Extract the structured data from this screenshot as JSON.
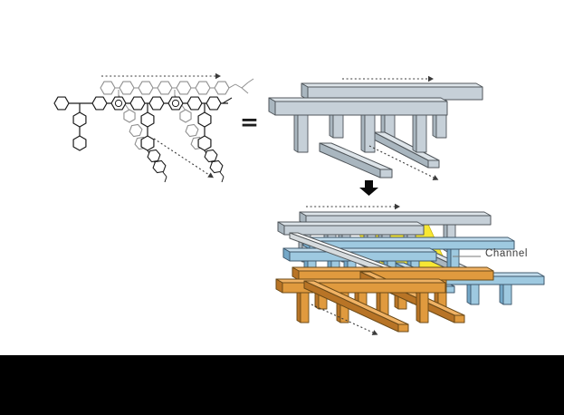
{
  "texts": {
    "equals": "=",
    "channel": "Channel"
  },
  "icons": {
    "chain_direction_arrow": "dashed-right-arrow",
    "stacking_direction_arrow": "dashed-diagonal-arrow",
    "transform_arrow": "solid-down-arrow"
  },
  "colors": {
    "background": "#ffffff",
    "bottom_bar": "#000000",
    "ink": "#1c1c1c",
    "ink_light": "#8f8f8f",
    "arrow": "#3a3a3a",
    "label_text": "#3a3a3a",
    "pointer_line": "#7a7a7a",
    "gray_top": "#dde4e9",
    "gray_front": "#c6d0d8",
    "gray_side": "#a9b6bf",
    "gray_outline": "#50565b",
    "blue_top": "#c2dcec",
    "blue_front": "#9ec9e0",
    "blue_side": "#74a8c8",
    "blue_outline": "#3f586c",
    "orange_top": "#f0b264",
    "orange_front": "#e09a3e",
    "orange_side": "#b87426",
    "orange_outline": "#6b4a18",
    "white_top": "#fbfcfd",
    "white_front": "#eef1f3",
    "white_side": "#d6dbde",
    "white_outline": "#565b5e",
    "channel_yellow": "#f7e733",
    "channel_yellow_outline": "#c9b40f"
  }
}
